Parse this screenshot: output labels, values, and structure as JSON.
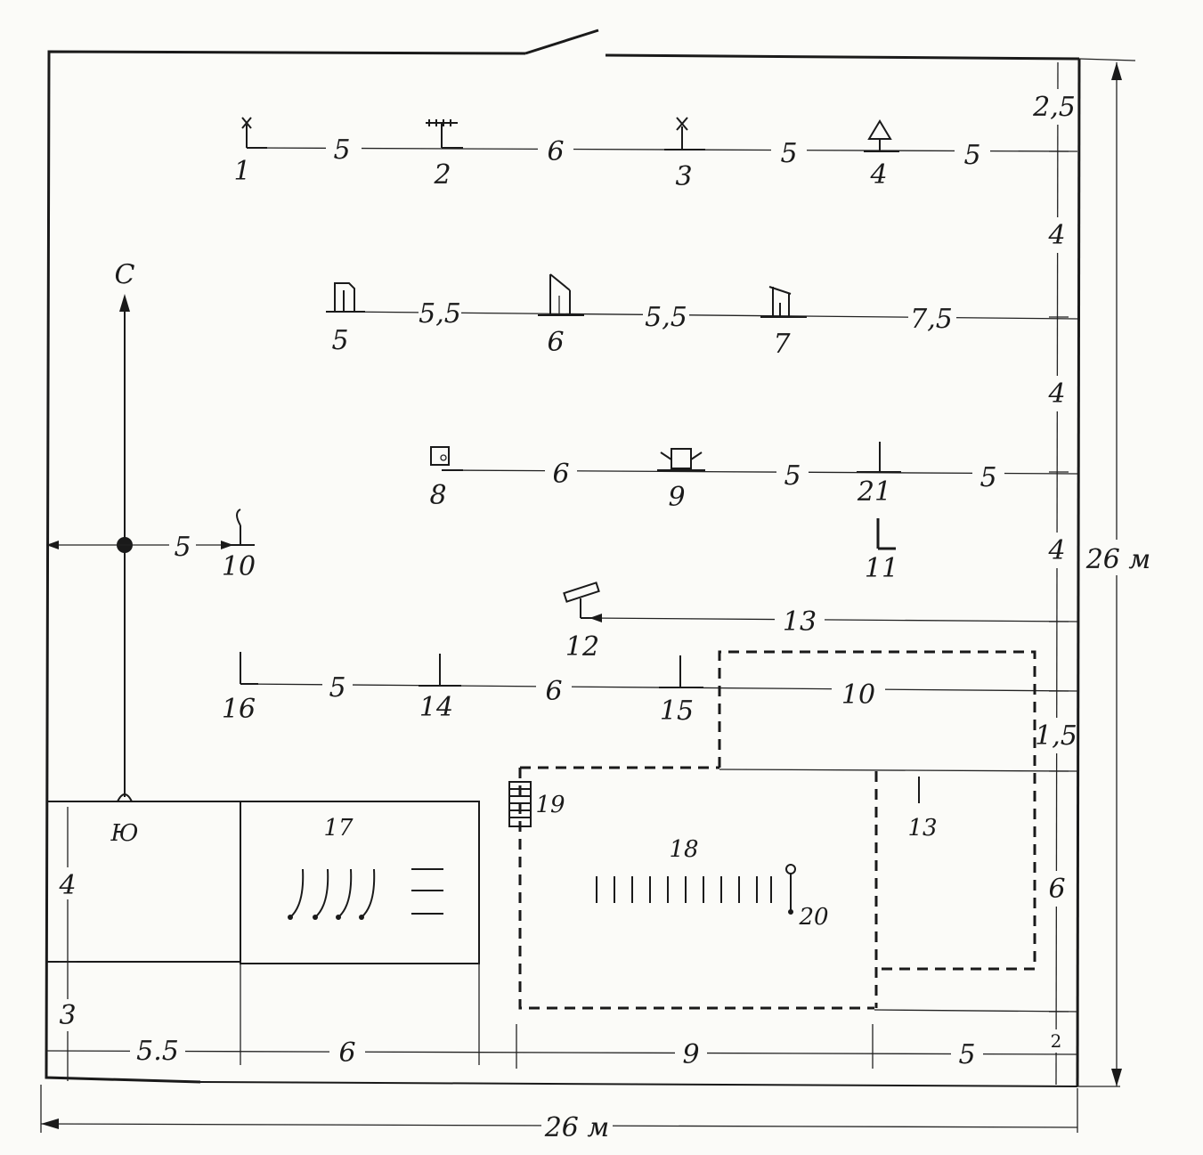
{
  "compass": {
    "north": "С",
    "south": "Ю"
  },
  "stations": {
    "s1": "1",
    "s2": "2",
    "s3": "3",
    "s4": "4",
    "s5": "5",
    "s6": "6",
    "s7": "7",
    "s8": "8",
    "s9": "9",
    "s10": "10",
    "s11": "11",
    "s12": "12",
    "s13": "13",
    "s14": "14",
    "s15": "15",
    "s16": "16",
    "s17": "17",
    "s18": "18",
    "s19": "19",
    "s20": "20",
    "s21": "21"
  },
  "dimensions": {
    "row1": [
      "5",
      "6",
      "5",
      "5"
    ],
    "row2": [
      "5,5",
      "5,5",
      "7,5"
    ],
    "row3": [
      "6",
      "5",
      "5"
    ],
    "center_to_10": "5",
    "to_12": "13",
    "row5": [
      "5",
      "6",
      "10"
    ],
    "right_side": [
      "2,5",
      "4",
      "4",
      "4",
      "1,5",
      "6",
      "2"
    ],
    "left_side": [
      "4",
      "3"
    ],
    "bottom": [
      "5.5",
      "6",
      "9",
      "5"
    ],
    "total_height": "26 м",
    "total_width": "26 м"
  }
}
